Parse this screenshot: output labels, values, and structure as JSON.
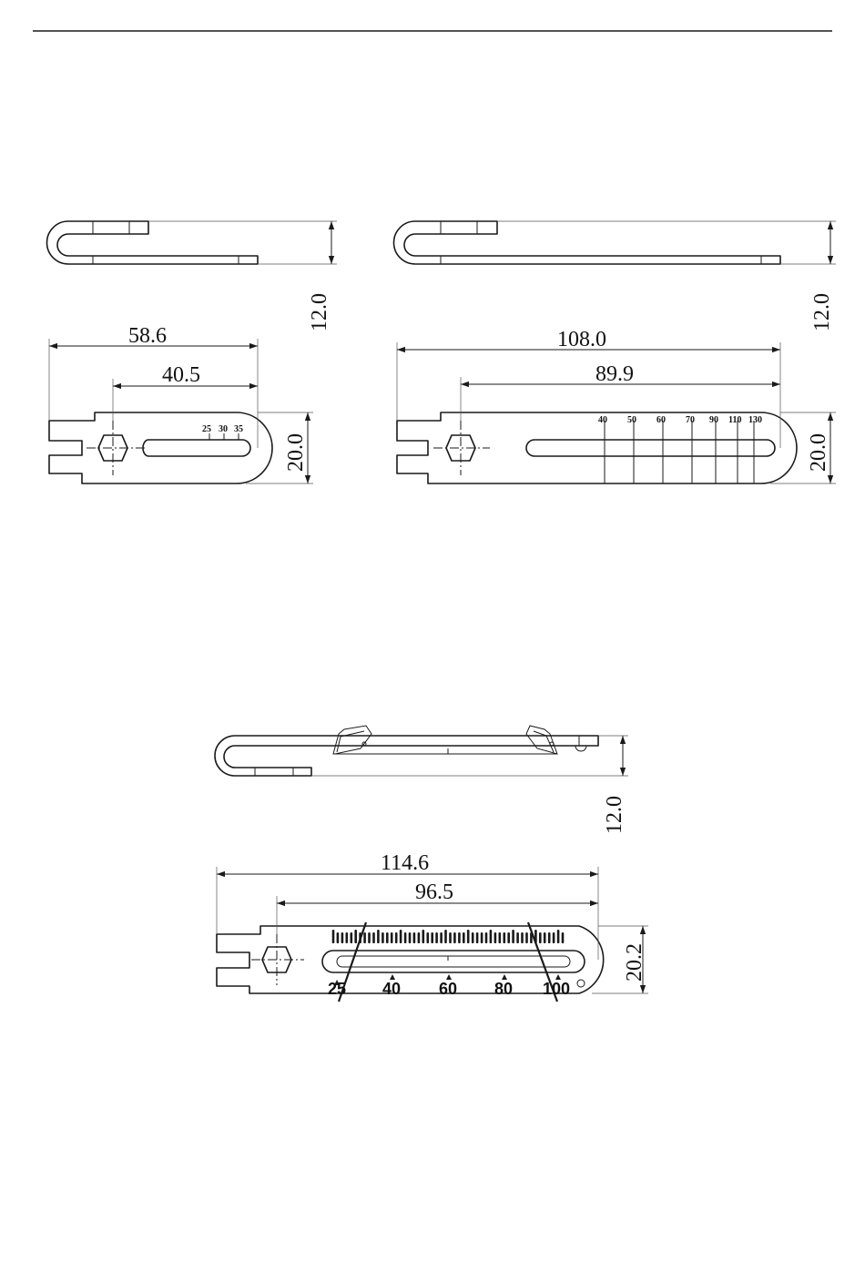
{
  "figures": [
    {
      "id": "small",
      "side_height_label": "12.0",
      "overall_length_label": "58.6",
      "slot_length_label": "40.5",
      "width_label": "20.0",
      "scale_labels": [
        "25",
        "30",
        "35"
      ]
    },
    {
      "id": "large",
      "side_height_label": "12.0",
      "overall_length_label": "108.0",
      "slot_length_label": "89.9",
      "width_label": "20.0",
      "scale_labels": [
        "40",
        "50",
        "60",
        "70",
        "90",
        "110",
        "130"
      ]
    },
    {
      "id": "adjustable",
      "side_height_label": "12.0",
      "overall_length_label": "114.6",
      "slot_length_label": "96.5",
      "width_label": "20.2",
      "scale_labels": [
        "25",
        "40",
        "60",
        "80",
        "100"
      ]
    }
  ],
  "colors": {
    "line": "#1a1a1a",
    "background": "#ffffff"
  }
}
